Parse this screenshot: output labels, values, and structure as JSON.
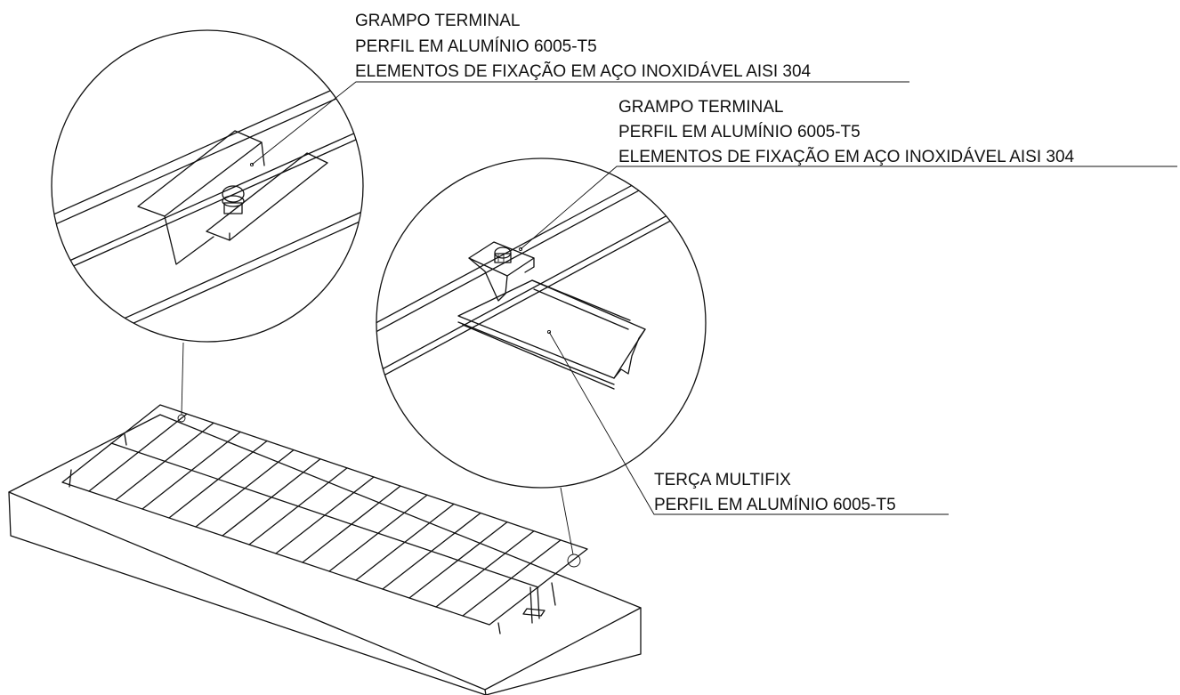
{
  "callouts": {
    "clamp_top": {
      "line1": "GRAMPO TERMINAL",
      "line2": "PERFIL EM ALUMÍNIO 6005-T5",
      "line3": "ELEMENTOS DE FIXAÇÃO EM AÇO INOXIDÁVEL AISI 304"
    },
    "clamp_right": {
      "line1": "GRAMPO TERMINAL",
      "line2": "PERFIL EM ALUMÍNIO 6005-T5",
      "line3": "ELEMENTOS DE FIXAÇÃO EM AÇO INOXIDÁVEL AISI 304"
    },
    "rail": {
      "line1": "TERÇA MULTIFIX",
      "line2": "PERFIL EM ALUMÍNIO 6005-T5"
    }
  }
}
